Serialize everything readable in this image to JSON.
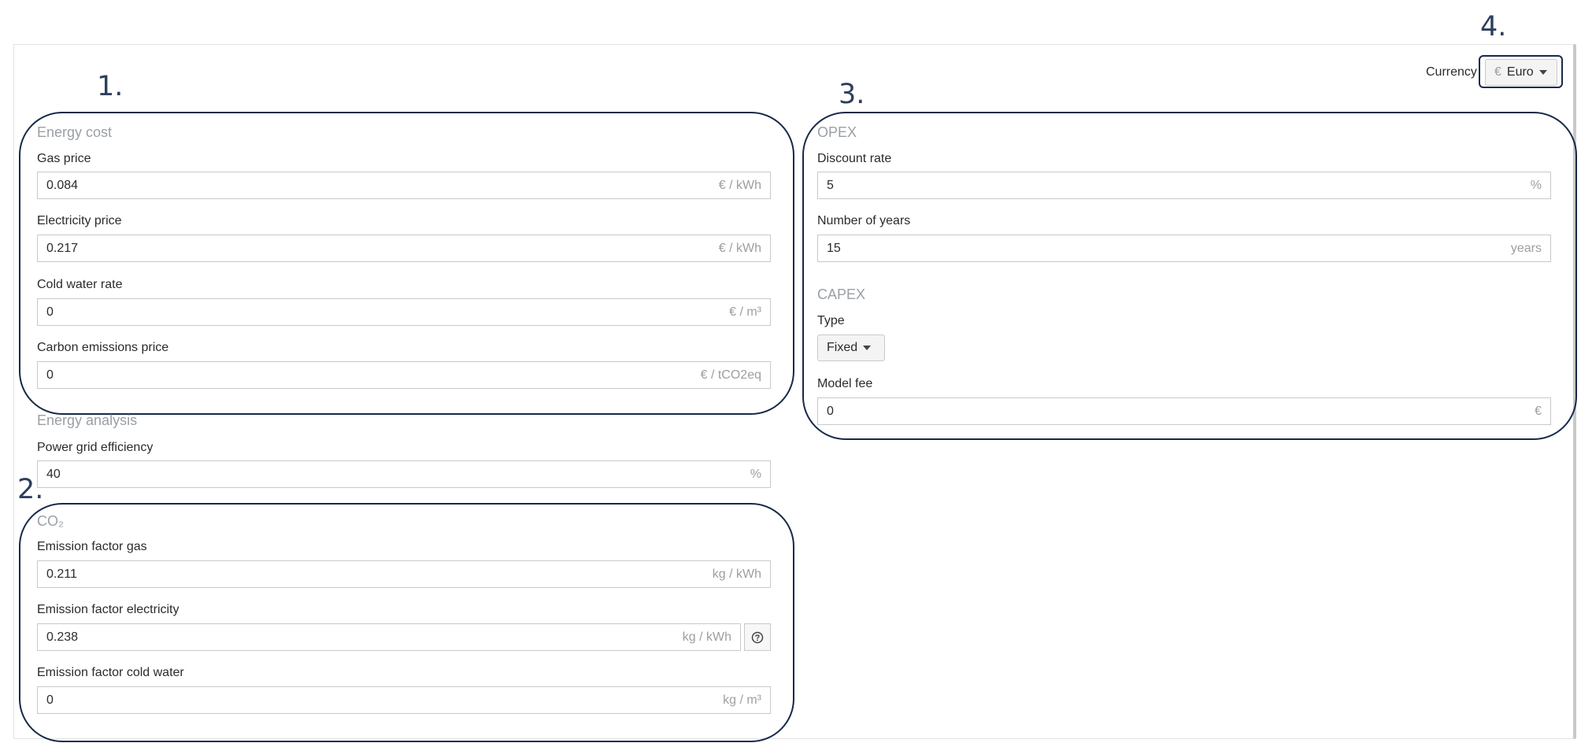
{
  "annotations": {
    "n1": "1.",
    "n2": "2.",
    "n3": "3.",
    "n4": "4."
  },
  "currency": {
    "label": "Currency",
    "symbol": "€",
    "value": "Euro"
  },
  "energy_cost": {
    "title": "Energy cost",
    "gas": {
      "label": "Gas price",
      "value": "0.084",
      "unit": "€ / kWh"
    },
    "electricity": {
      "label": "Electricity price",
      "value": "0.217",
      "unit": "€ / kWh"
    },
    "cold_water": {
      "label": "Cold water rate",
      "value": "0",
      "unit": "€ / m³"
    },
    "carbon": {
      "label": "Carbon emissions price",
      "value": "0",
      "unit": "€ / tCO2eq"
    }
  },
  "energy_analysis": {
    "title": "Energy analysis",
    "grid": {
      "label": "Power grid efficiency",
      "value": "40",
      "unit": "%"
    }
  },
  "co2": {
    "title": "CO₂",
    "gas": {
      "label": "Emission factor gas",
      "value": "0.211",
      "unit": "kg / kWh"
    },
    "electricity": {
      "label": "Emission factor electricity",
      "value": "0.238",
      "unit": "kg / kWh"
    },
    "cold_water": {
      "label": "Emission factor cold water",
      "value": "0",
      "unit": "kg / m³"
    }
  },
  "opex": {
    "title": "OPEX",
    "discount": {
      "label": "Discount rate",
      "value": "5",
      "unit": "%"
    },
    "years": {
      "label": "Number of years",
      "value": "15",
      "unit": "years"
    }
  },
  "capex": {
    "title": "CAPEX",
    "type": {
      "label": "Type",
      "value": "Fixed"
    },
    "fee": {
      "label": "Model fee",
      "value": "0",
      "unit": "€"
    }
  },
  "icons": {
    "help": "help-circle-icon",
    "caret": "caret-down-icon"
  },
  "colors": {
    "annotation": "#17294a",
    "section_title": "#9aa0a6",
    "input_border": "#c9c9c9"
  }
}
